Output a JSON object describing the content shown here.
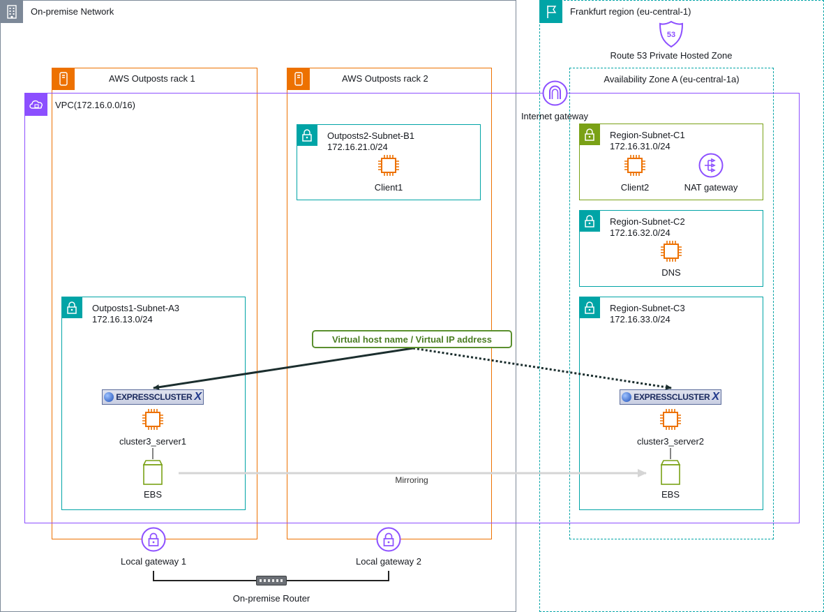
{
  "colors": {
    "onprem_border": "#7d8998",
    "onprem_tile": "#7d8998",
    "region_border": "#00a4a6",
    "outposts": "#ed7100",
    "vpc": "#8c4fff",
    "subnet_private": "#00a4a6",
    "subnet_public": "#7aa116",
    "az_border": "#00a4a6",
    "ec2": "#ed7100",
    "ebs": "#7aa116",
    "route53": "#8c4fff",
    "vip_text": "#4a7d22",
    "arrow_solid": "#1b2e2e",
    "mirror_arrow": "#d5d5d5"
  },
  "onprem": {
    "title": "On-premise Network",
    "icon": "building-icon"
  },
  "region": {
    "title": "Frankfurt region (eu-central-1)",
    "icon": "flag-icon",
    "route53_label": "Route 53 Private Hosted Zone",
    "route53_icon": "route53-shield-icon",
    "az_title": "Availability Zone A (eu-central-1a)"
  },
  "outposts": [
    {
      "title": "AWS Outposts rack 1",
      "icon": "outposts-icon"
    },
    {
      "title": "AWS Outposts rack 2",
      "icon": "outposts-icon"
    }
  ],
  "vpc": {
    "title": "VPC(172.16.0.0/16)",
    "icon": "vpc-cloud-icon"
  },
  "igw": {
    "label": "Internet gateway",
    "icon": "internet-gateway-icon"
  },
  "subnets": {
    "a3": {
      "name": "Outposts1-Subnet-A3",
      "cidr": "172.16.13.0/24"
    },
    "b1": {
      "name": "Outposts2-Subnet-B1",
      "cidr": "172.16.21.0/24"
    },
    "c1": {
      "name": "Region-Subnet-C1",
      "cidr": "172.16.31.0/24"
    },
    "c2": {
      "name": "Region-Subnet-C2",
      "cidr": "172.16.32.0/24"
    },
    "c3": {
      "name": "Region-Subnet-C3",
      "cidr": "172.16.33.0/24"
    }
  },
  "instances": {
    "client1": "Client1",
    "client2": "Client2",
    "dns": "DNS",
    "server1": "cluster3_server1",
    "server2": "cluster3_server2"
  },
  "nat": {
    "label": "NAT gateway",
    "icon": "nat-gateway-icon"
  },
  "expresscluster": {
    "logo_text": "EXPRESSCLUSTER",
    "logo_suffix": "X"
  },
  "ebs": {
    "label1": "EBS",
    "label2": "EBS"
  },
  "mirroring": "Mirroring",
  "vip": "Virtual host name / Virtual IP address",
  "gateways": {
    "lgw1": "Local gateway 1",
    "lgw2": "Local gateway 2"
  },
  "router": "On-premise Router"
}
